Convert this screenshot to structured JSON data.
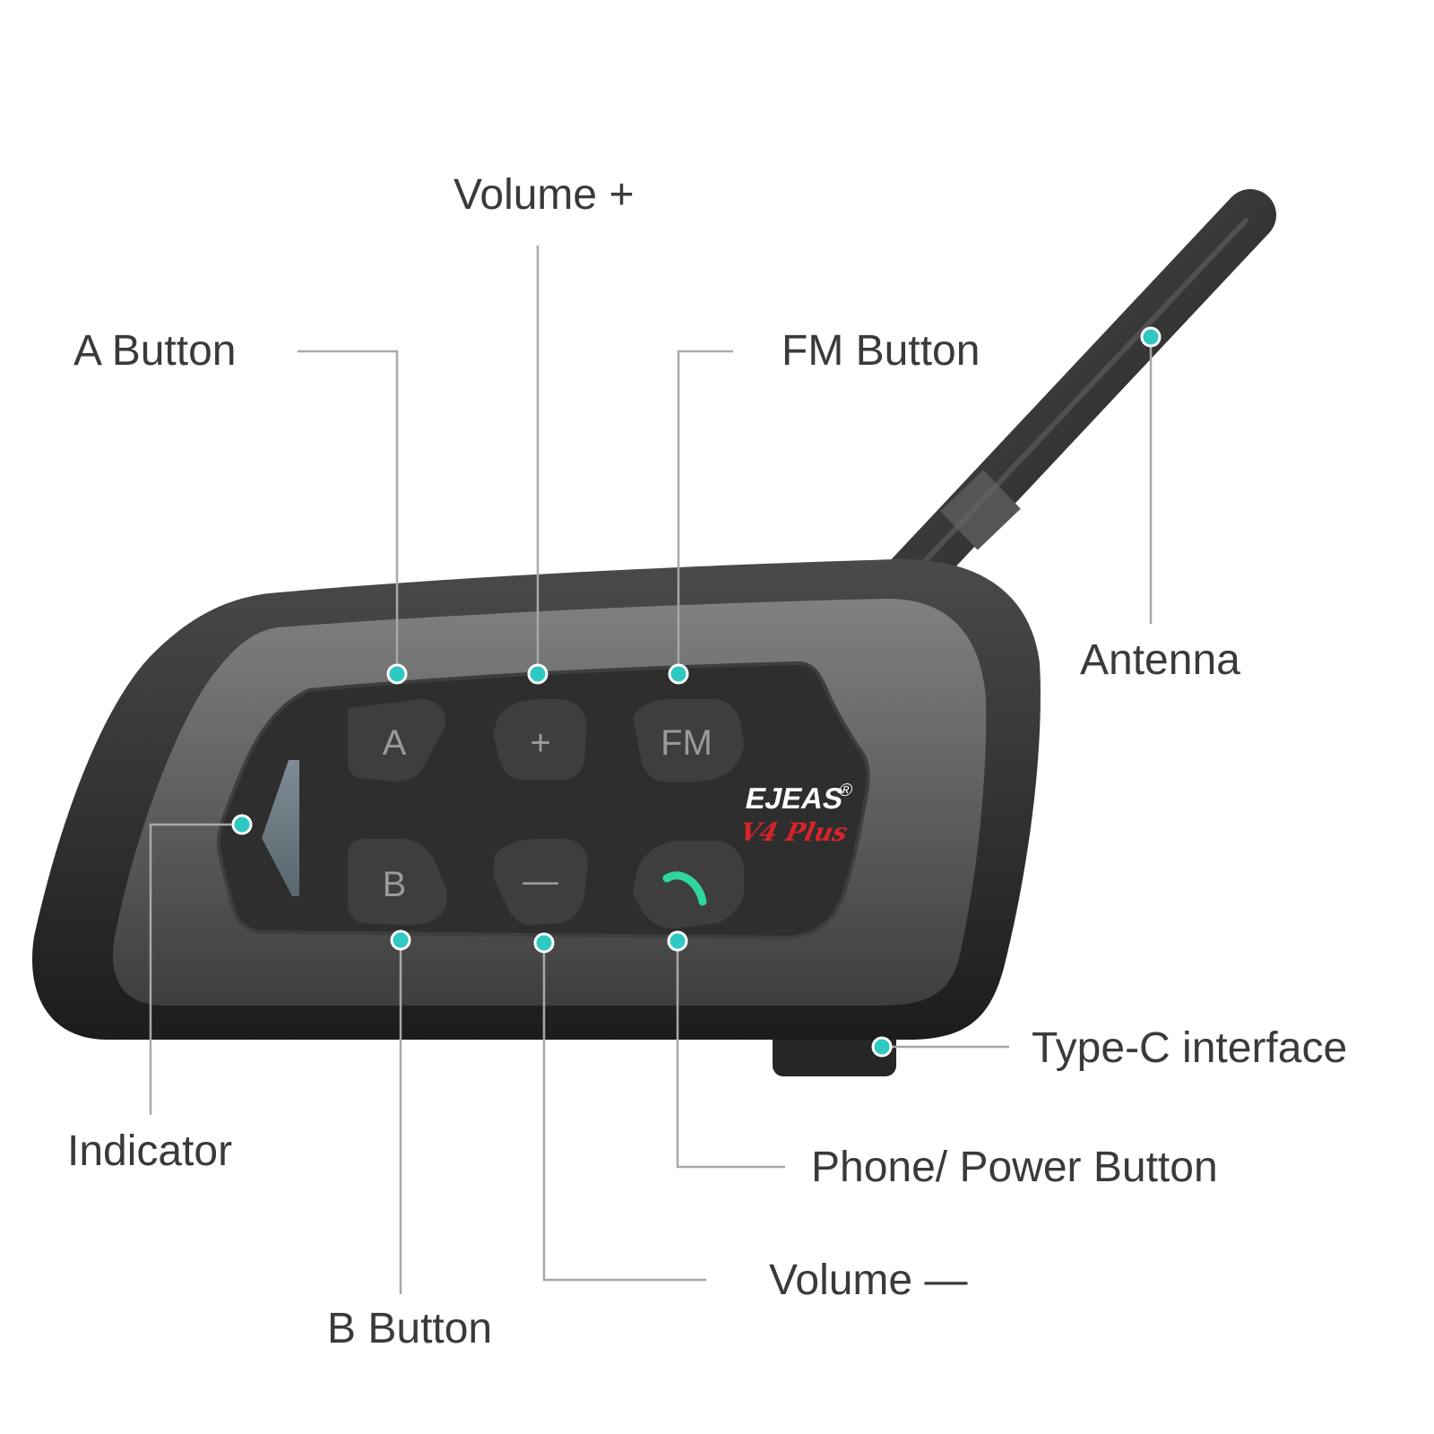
{
  "labels": {
    "volume_plus": "Volume +",
    "a_button": "A Button",
    "fm_button": "FM Button",
    "antenna": "Antenna",
    "indicator": "Indicator",
    "type_c": "Type-C interface",
    "phone_power": "Phone/ Power Button",
    "volume_minus": "Volume —",
    "b_button": "B Button"
  },
  "keys": {
    "a": "A",
    "plus": "+",
    "fm": "FM",
    "b": "B",
    "minus": "—"
  },
  "brand": {
    "name": "EJEAS",
    "registered": "®",
    "model": "V4 Plus"
  },
  "colors": {
    "callout_dot": "#2ec9c3",
    "phone_icon": "#2fd6a0",
    "model_text": "#d8232a",
    "leader_line": "#a8a8a8"
  },
  "icons": {
    "phone": "phone-handset-icon"
  }
}
